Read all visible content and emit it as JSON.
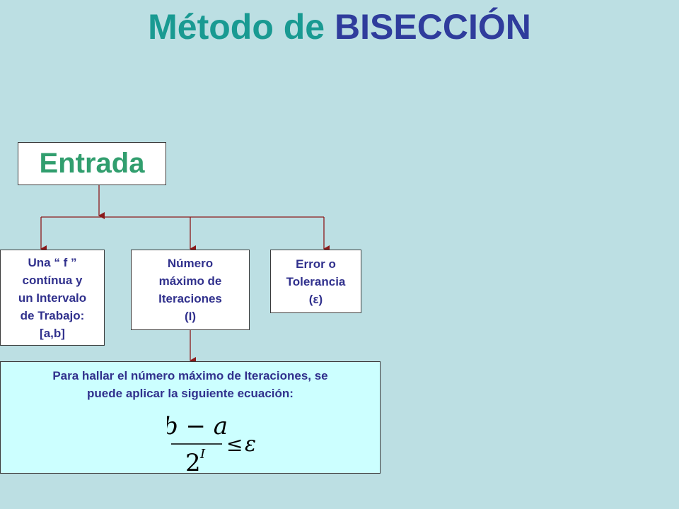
{
  "title": {
    "part1": "Método de",
    "part2": "BISECCIÓN"
  },
  "entrada": {
    "label": "Entrada"
  },
  "inputs": [
    {
      "lines": [
        "Una “ f ”",
        "contínua y",
        "un Intervalo",
        "de Trabajo:",
        "[a,b]"
      ]
    },
    {
      "lines": [
        "Número",
        "máximo de",
        "Iteraciones",
        "(I)"
      ]
    },
    {
      "lines": [
        "Error o",
        "Tolerancia",
        "(ε)"
      ]
    }
  ],
  "equation_box": {
    "text_line1": "Para hallar el número máximo de Iteraciones, se",
    "text_line2": "puede aplicar la siguiente ecuación:",
    "formula": {
      "numerator": "b − a",
      "denominator_base": "2",
      "denominator_exp": "I",
      "relation": "≤",
      "rhs": "ε"
    }
  },
  "colors": {
    "background": "#bcdfe3",
    "title_part1": "#199a92",
    "title_part2": "#2f3c9c",
    "entrada_text": "#319e6e",
    "box_text": "#31318d",
    "connector": "#8b1a1a",
    "equation_box_fill": "#ccffff"
  }
}
